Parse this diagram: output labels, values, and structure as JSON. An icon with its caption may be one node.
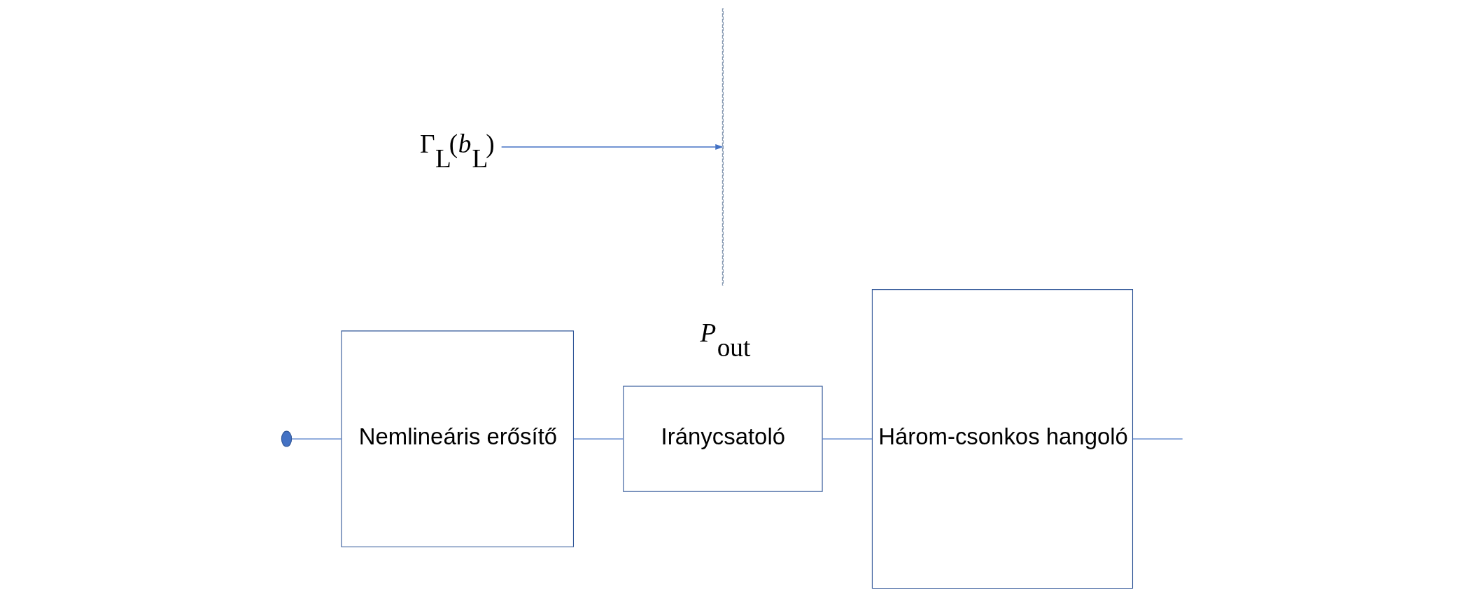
{
  "diagram": {
    "nodes": [
      {
        "text": [],
        "shape": "circle"
      },
      {
        "text": [
          "Nemlineáris erősítő"
        ]
      },
      {
        "text": [
          "Iránycsatoló"
        ],
        "beside": [
          "*P*$_{out}$"
        ]
      },
      {
        "text": [
          "Három-csonkos hangoló"
        ]
      },
      {
        "text": [
          "Γ$_{L}$(*b*$_{L}$)"
        ]
      },
      {
        "text": [],
        "shape": "line"
      }
    ],
    "edges": [
      {
        "from": 0,
        "to": 1,
        "arrow": "none"
      },
      {
        "from": 1,
        "to": 2,
        "arrow": "none"
      },
      {
        "from": 2,
        "to": 3,
        "arrow": "none"
      },
      {
        "from": 3,
        "to": null,
        "arrow": "none"
      },
      {
        "from": 4,
        "to": 5,
        "arrow": "to"
      }
    ]
  }
}
